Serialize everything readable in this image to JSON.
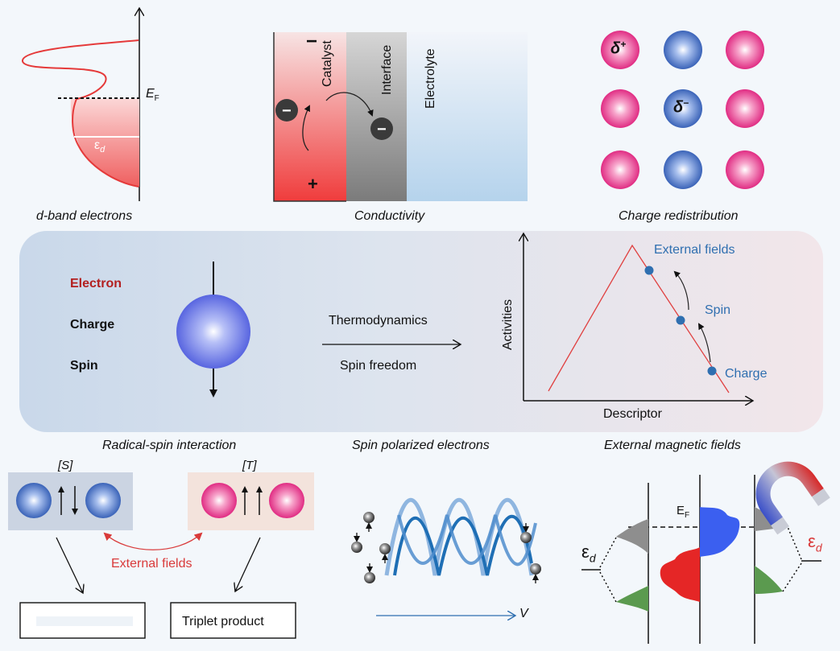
{
  "captions": {
    "d_band": "d-band electrons",
    "conductivity": "Conductivity",
    "charge_redistribution": "Charge redistribution",
    "radical_spin": "Radical-spin interaction",
    "spin_polarized": "Spin polarized electrons",
    "external_magnetic": "External magnetic fields"
  },
  "d_band_panel": {
    "fermi_symbol": "E",
    "fermi_subscript": "F",
    "epsilon_symbol": "ε",
    "epsilon_subscript": "d"
  },
  "conductivity_panel": {
    "minus_sign": "−",
    "plus_sign": "+",
    "catalyst_label": "Catalyst",
    "interface_label": "Interface",
    "electrolyte_label": "Electrolyte",
    "electron_glyph": "−"
  },
  "charge_panel": {
    "delta_plus": "δ",
    "delta_plus_sup": "+",
    "delta_minus": "δ",
    "delta_minus_sup": "−"
  },
  "center": {
    "electron": "Electron",
    "charge": "Charge",
    "spin": "Spin",
    "thermodynamics": "Thermodynamics",
    "spin_freedom": "Spin freedom"
  },
  "volcano_plot": {
    "ylabel": "Activities",
    "xlabel": "Descriptor",
    "point_labels": [
      "External fields",
      "Spin",
      "Charge"
    ]
  },
  "radical_panel": {
    "singlet_label": "[S]",
    "triplet_label": "[T]",
    "external_fields": "External fields",
    "triplet_product": "Triplet product"
  },
  "spin_electrons_panel": {
    "v_label": "V"
  },
  "magnetic_panel": {
    "fermi_symbol": "E",
    "fermi_subscript": "F",
    "epsilon_symbol": "ε",
    "epsilon_subscript": "d"
  },
  "colors": {
    "red_accent": "#d93a3a",
    "blue_accent": "#2a6fb0",
    "pink_sphere": "#e8418d",
    "blue_sphere": "#4a74c9",
    "electron_label": "#b32020",
    "volcano_point": "#2f6fb0"
  }
}
